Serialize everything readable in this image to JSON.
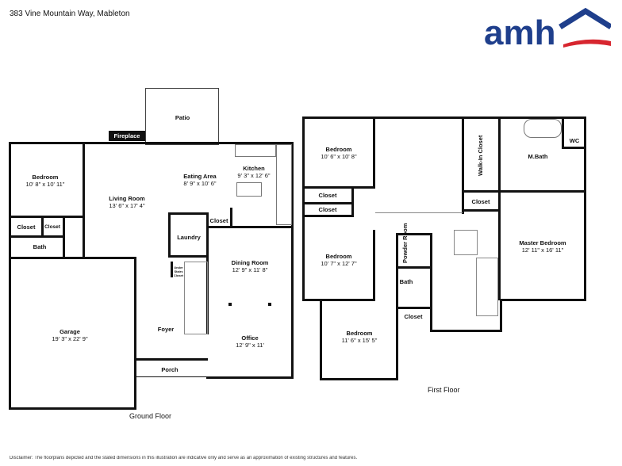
{
  "header": {
    "address": "383 Vine Mountain Way, Mableton"
  },
  "logo": {
    "text": "amh",
    "brand_color": "#1f3f8c",
    "accent_color": "#d7262f"
  },
  "floors": {
    "ground": "Ground Floor",
    "first": "First Floor"
  },
  "ground_floor": {
    "patio": "Patio",
    "fireplace": "Fireplace",
    "bedroom": {
      "name": "Bedroom",
      "dim": "10' 8\" x 10' 11\""
    },
    "living_room": {
      "name": "Living Room",
      "dim": "13' 6\" x 17' 4\""
    },
    "eating_area": {
      "name": "Eating Area",
      "dim": "8' 9\" x 10' 6\""
    },
    "kitchen": {
      "name": "Kitchen",
      "dim": "9' 3\" x 12' 6\""
    },
    "closet_a": "Closet",
    "closet_b": "Closet",
    "closet_c": "Closet",
    "bath": "Bath",
    "laundry": "Laundry",
    "under_stairs": "Under Stairs Closet",
    "dining_room": {
      "name": "Dining Room",
      "dim": "12' 9\" x 11' 8\""
    },
    "garage": {
      "name": "Garage",
      "dim": "19' 3\" x 22' 9\""
    },
    "foyer": "Foyer",
    "office": {
      "name": "Office",
      "dim": "12' 9\" x 11'"
    },
    "porch": "Porch"
  },
  "first_floor": {
    "bedroom_1": {
      "name": "Bedroom",
      "dim": "10' 6\" x 10' 8\""
    },
    "closet_1": "Closet",
    "closet_2": "Closet",
    "bedroom_2": {
      "name": "Bedroom",
      "dim": "10' 7\" x 12' 7\""
    },
    "powder_room": "Powder Room",
    "bath": "Bath",
    "closet_3": "Closet",
    "bedroom_3": {
      "name": "Bedroom",
      "dim": "11' 6\" x 15' 5\""
    },
    "walk_in_closet": "Walk-In Closet",
    "m_bath": "M.Bath",
    "wc": "WC",
    "closet_4": "Closet",
    "master_bedroom": {
      "name": "Master Bedroom",
      "dim": "12' 11\" x 16' 11\""
    }
  },
  "disclaimer": "Disclaimer: The floorplans depicted and the stated dimensions in this illustration are indicative only and serve as an approximation of existing structures and features."
}
